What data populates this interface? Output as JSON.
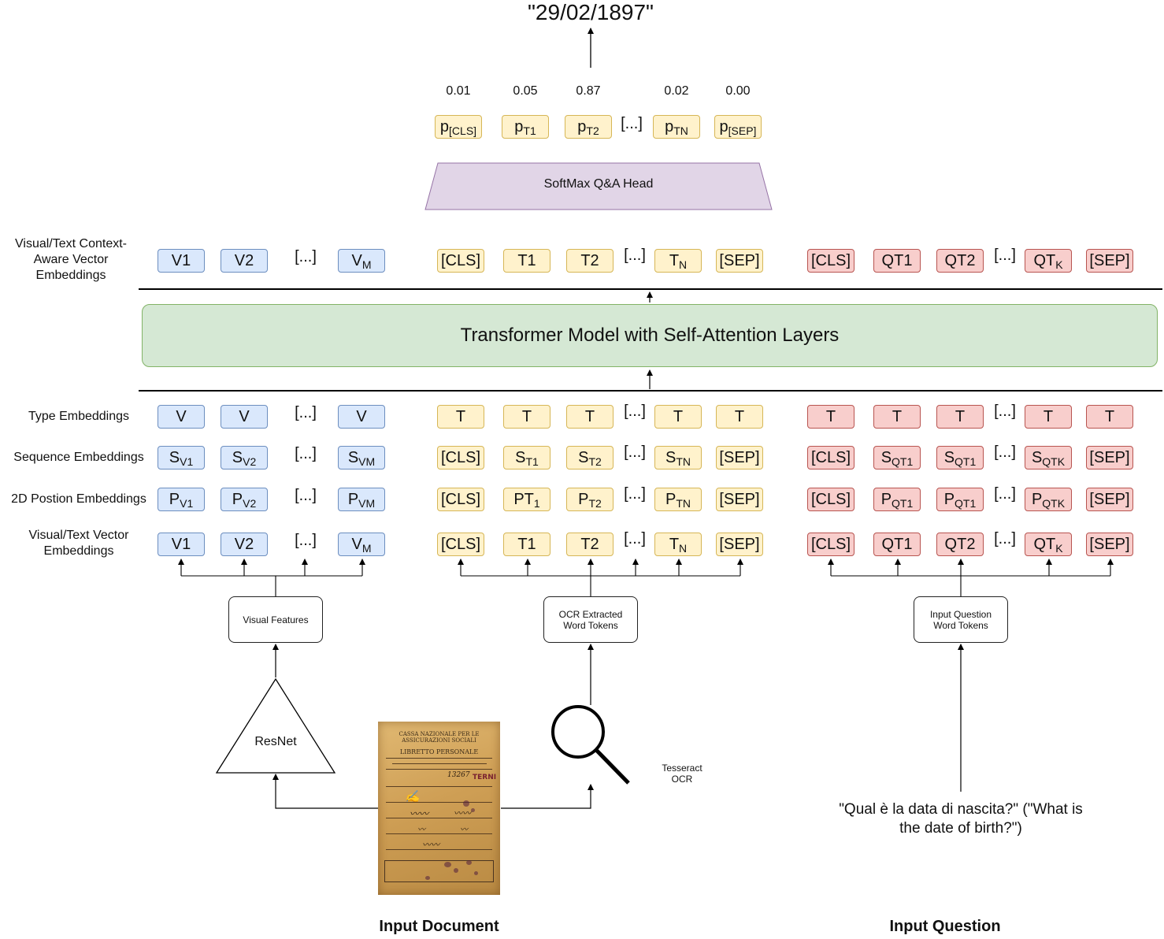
{
  "answer": "\"29/02/1897\"",
  "probabilities": [
    "0.01",
    "0.05",
    "0.87",
    "0.02",
    "0.00"
  ],
  "prob_tokens": [
    {
      "base": "p",
      "sub": "[CLS]"
    },
    {
      "base": "p",
      "sub": "T1"
    },
    {
      "base": "p",
      "sub": "T2"
    },
    {
      "base": "p",
      "sub": "TN"
    },
    {
      "base": "p",
      "sub": "[SEP]"
    }
  ],
  "ellipsis": "[...]",
  "softmax_head": "SoftMax Q&A Head",
  "transformer": "Transformer Model with Self-Attention Layers",
  "row_labels": {
    "context_aware": "Visual/Text Context-Aware Vector Embeddings",
    "type": "Type Embeddings",
    "sequence": "Sequence Embeddings",
    "position": "2D Postion Embeddings",
    "vector": "Visual/Text Vector Embeddings"
  },
  "rows": {
    "context_aware": {
      "visual": [
        {
          "base": "V1"
        },
        {
          "base": "V2"
        },
        {
          "base": "V",
          "sub": "M"
        }
      ],
      "text": [
        {
          "base": "[CLS]"
        },
        {
          "base": "T1"
        },
        {
          "base": "T2"
        },
        {
          "base": "T",
          "sub": "N"
        },
        {
          "base": "[SEP]"
        }
      ],
      "question": [
        {
          "base": "[CLS]"
        },
        {
          "base": "QT1"
        },
        {
          "base": "QT2"
        },
        {
          "base": "QT",
          "sub": "K"
        },
        {
          "base": "[SEP]"
        }
      ]
    },
    "type": {
      "visual": [
        {
          "base": "V"
        },
        {
          "base": "V"
        },
        {
          "base": "V"
        }
      ],
      "text": [
        {
          "base": "T"
        },
        {
          "base": "T"
        },
        {
          "base": "T"
        },
        {
          "base": "T"
        },
        {
          "base": "T"
        }
      ],
      "question": [
        {
          "base": "T"
        },
        {
          "base": "T"
        },
        {
          "base": "T"
        },
        {
          "base": "T"
        },
        {
          "base": "T"
        }
      ]
    },
    "sequence": {
      "visual": [
        {
          "base": "S",
          "sub": "V1"
        },
        {
          "base": "S",
          "sub": "V2"
        },
        {
          "base": "S",
          "sub": "VM"
        }
      ],
      "text": [
        {
          "base": "[CLS]"
        },
        {
          "base": "S",
          "sub": "T1"
        },
        {
          "base": "S",
          "sub": "T2"
        },
        {
          "base": "S",
          "sub": "TN"
        },
        {
          "base": "[SEP]"
        }
      ],
      "question": [
        {
          "base": "[CLS]"
        },
        {
          "base": "S",
          "sub": "QT1"
        },
        {
          "base": "S",
          "sub": "QT1"
        },
        {
          "base": "S",
          "sub": "QTK"
        },
        {
          "base": "[SEP]"
        }
      ]
    },
    "position": {
      "visual": [
        {
          "base": "P",
          "sub": "V1"
        },
        {
          "base": "P",
          "sub": "V2"
        },
        {
          "base": "P",
          "sub": "VM"
        }
      ],
      "text": [
        {
          "base": "[CLS]"
        },
        {
          "base": "PT",
          "sub": "1"
        },
        {
          "base": "P",
          "sub": "T2"
        },
        {
          "base": "P",
          "sub": "TN"
        },
        {
          "base": "[SEP]"
        }
      ],
      "question": [
        {
          "base": "[CLS]"
        },
        {
          "base": "P",
          "sub": "QT1"
        },
        {
          "base": "P",
          "sub": "QT1"
        },
        {
          "base": "P",
          "sub": "QTK"
        },
        {
          "base": "[SEP]"
        }
      ]
    },
    "vector": {
      "visual": [
        {
          "base": "V1"
        },
        {
          "base": "V2"
        },
        {
          "base": "V",
          "sub": "M"
        }
      ],
      "text": [
        {
          "base": "[CLS]"
        },
        {
          "base": "T1"
        },
        {
          "base": "T2"
        },
        {
          "base": "T",
          "sub": "N"
        },
        {
          "base": "[SEP]"
        }
      ],
      "question": [
        {
          "base": "[CLS]"
        },
        {
          "base": "QT1"
        },
        {
          "base": "QT2"
        },
        {
          "base": "QT",
          "sub": "K"
        },
        {
          "base": "[SEP]"
        }
      ]
    }
  },
  "feature_boxes": {
    "visual": "Visual Features",
    "ocr": "OCR Extracted Word Tokens",
    "question": "Input Question Word Tokens"
  },
  "resnet": "ResNet",
  "tesseract": "Tesseract OCR",
  "question_text": "\"Qual è la data di nascita?\" (\"What is the date of birth?\")",
  "input_document": "Input Document",
  "input_question": "Input Question",
  "document_lettering": {
    "header": "CASSA NAZIONALE PER LE ASSICURAZIONI SOCIALI",
    "title": "LIBRETTO PERSONALE",
    "stamp": "TERNI",
    "number": "13267"
  },
  "colors": {
    "visual": "#dae8fc",
    "text": "#fff2cc",
    "question": "#f8cecc",
    "transformer": "#d5e8d4",
    "softmax": "#e1d5e7"
  }
}
